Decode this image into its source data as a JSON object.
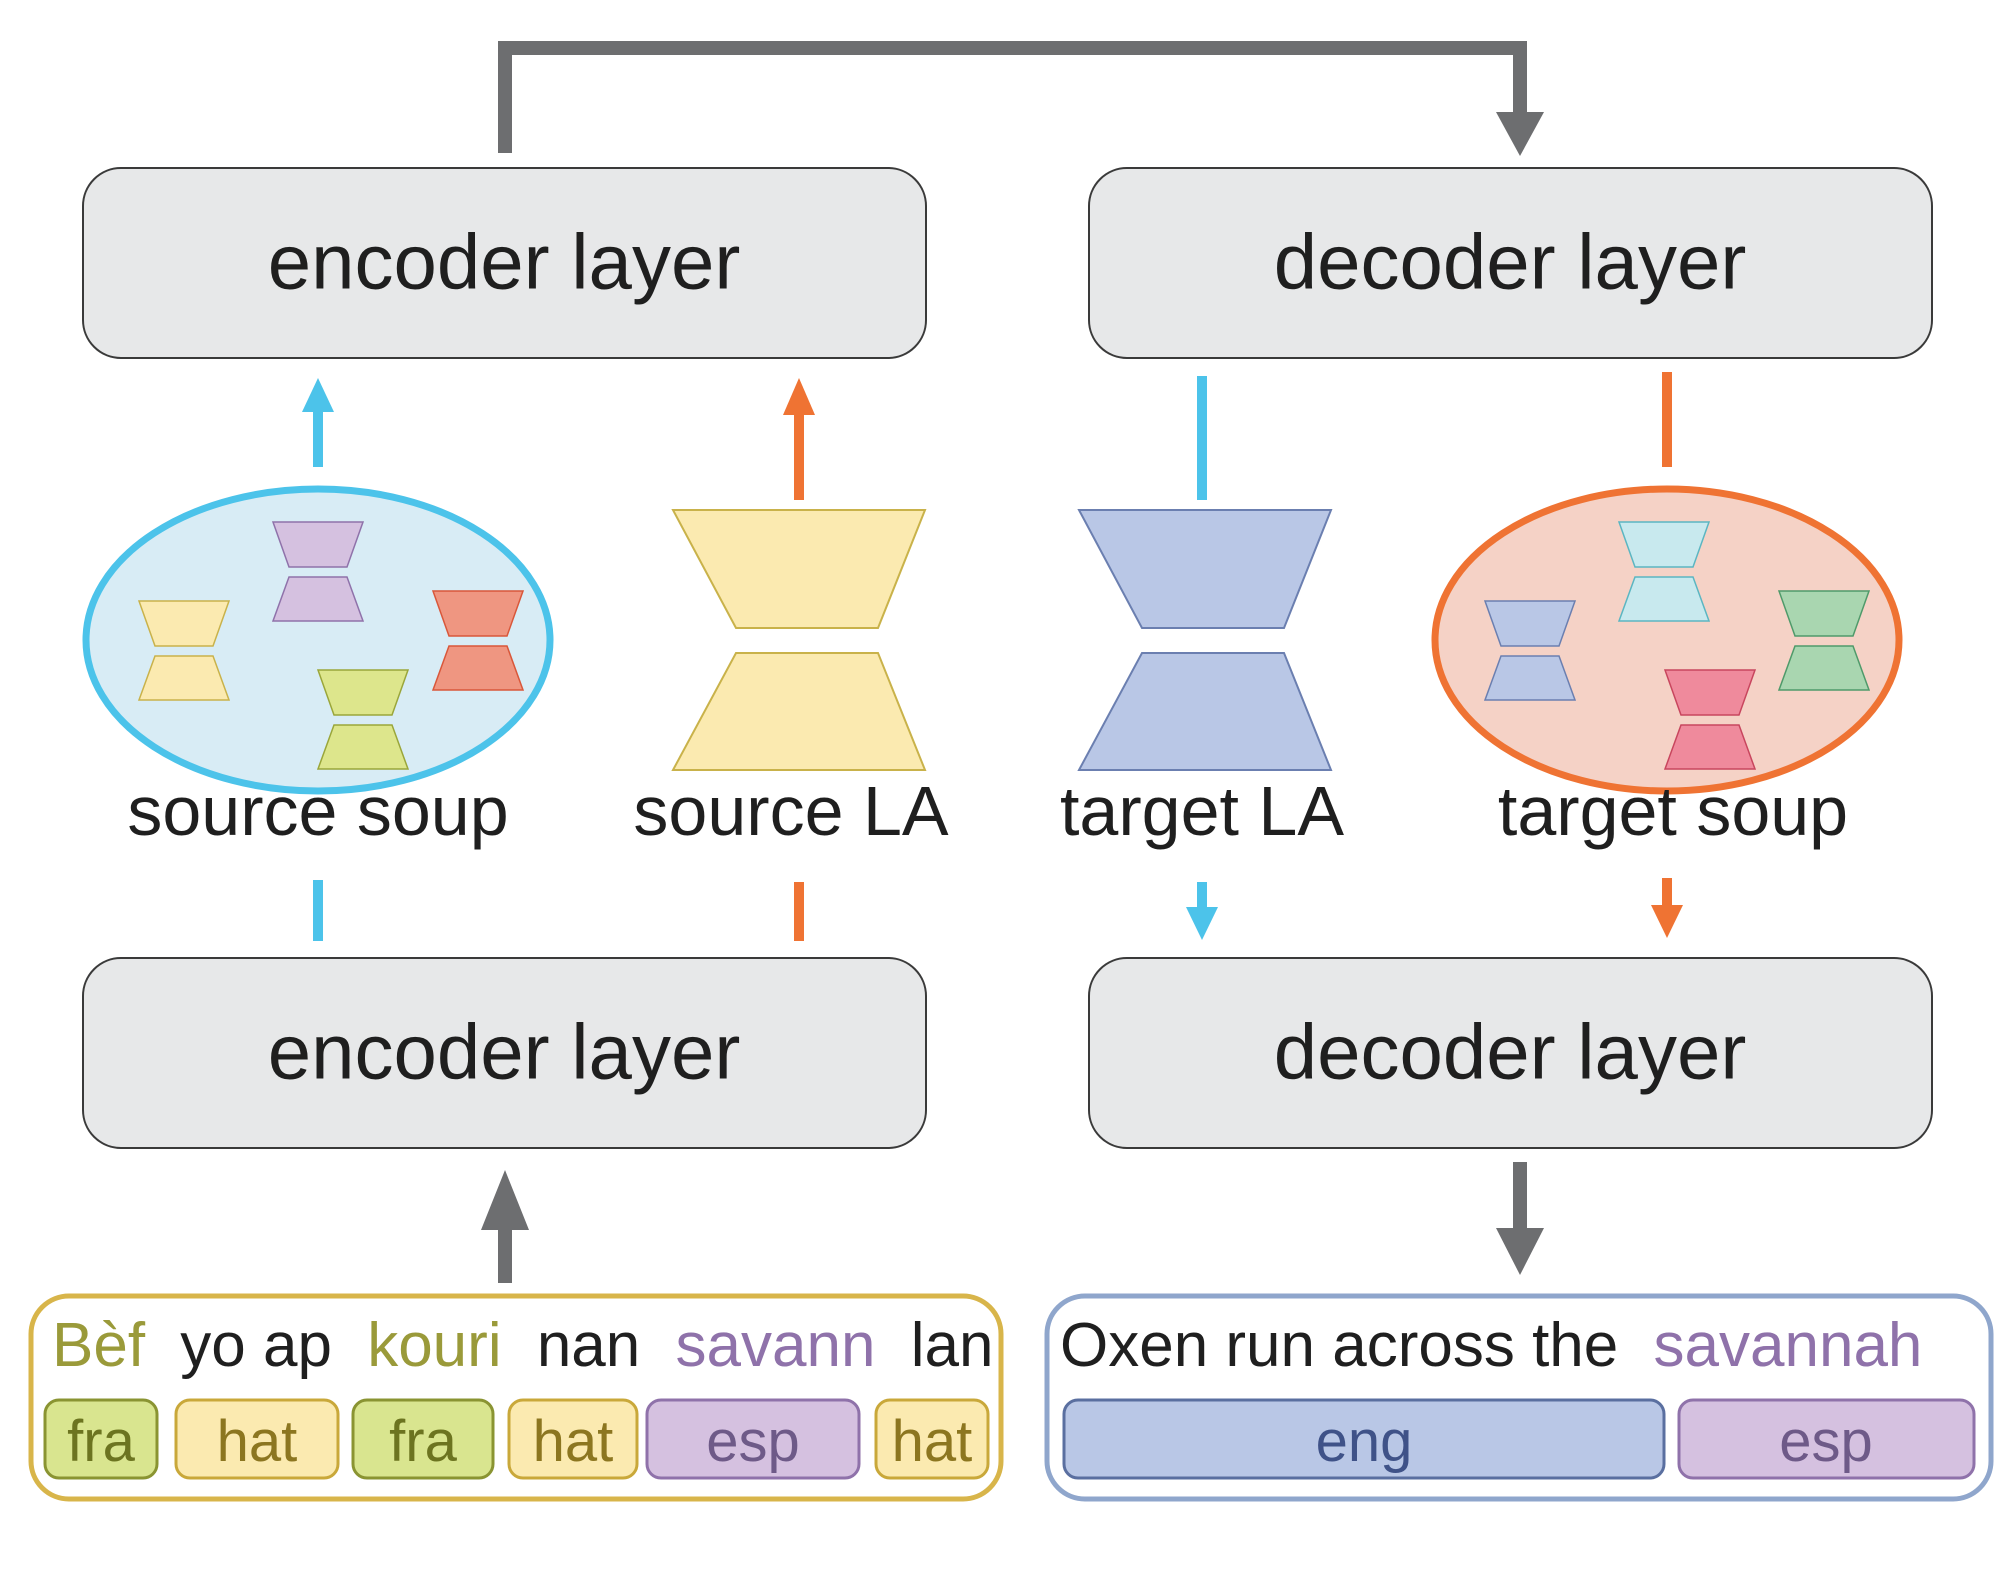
{
  "layers": {
    "encoder_top": "encoder layer",
    "decoder_top": "decoder layer",
    "encoder_bottom": "encoder layer",
    "decoder_bottom": "decoder layer"
  },
  "labels": {
    "source_soup": "source soup",
    "source_la": "source LA",
    "target_la": "target LA",
    "target_soup": "target soup"
  },
  "source_sentence": {
    "words": [
      {
        "text": "Bèf",
        "color": "#9a9a3a"
      },
      {
        "text": "yo ap",
        "color": "#1f1f1f"
      },
      {
        "text": "kouri",
        "color": "#9a9a3a"
      },
      {
        "text": "nan",
        "color": "#1f1f1f"
      },
      {
        "text": "savann",
        "color": "#8f72aa"
      },
      {
        "text": "lan",
        "color": "#1f1f1f"
      }
    ],
    "tags": [
      "fra",
      "hat",
      "fra",
      "hat",
      "esp",
      "hat"
    ]
  },
  "target_sentence": {
    "words": [
      {
        "text": "Oxen run across the",
        "color": "#1f1f1f"
      },
      {
        "text": "savannah",
        "color": "#8f72aa"
      }
    ],
    "tags": [
      "eng",
      "esp"
    ]
  },
  "colors": {
    "layer_fill": "#e7e8e9",
    "gray_arrow": "#6d6e70",
    "blue": "#4cc3ea",
    "orange": "#ef7333",
    "fra_tag": "#d9e58f",
    "hat_tag": "#fbeab0",
    "esp_tag": "#d5c1e0",
    "eng_tag": "#b9c7e6"
  }
}
